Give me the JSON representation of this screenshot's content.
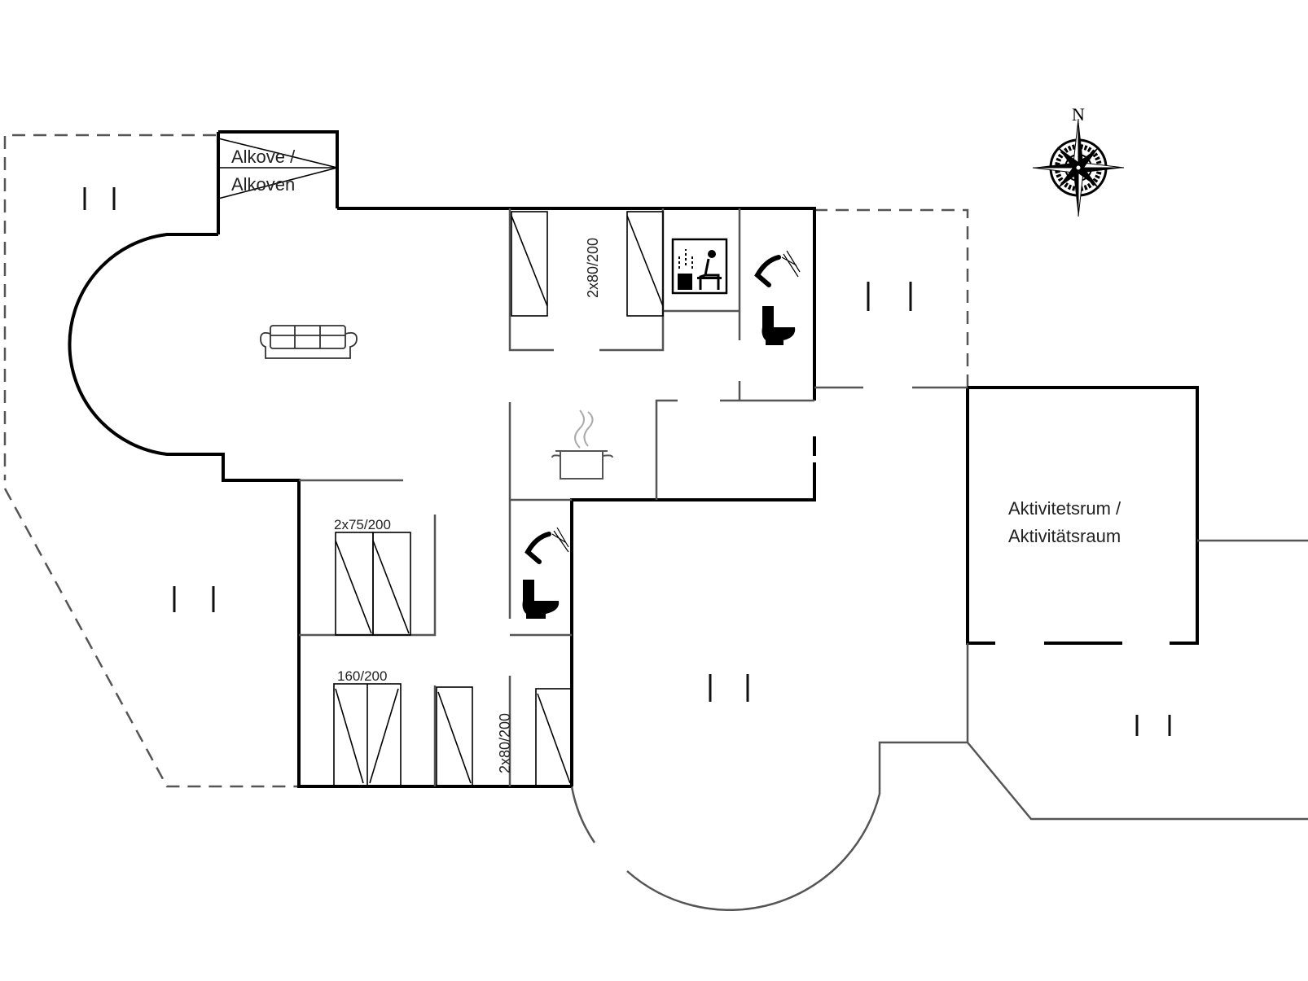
{
  "compass": {
    "north_label": "N"
  },
  "rooms": {
    "alcove_line1": "Alkove /",
    "alcove_line2": "Alkoven",
    "activity_line1": "Aktivitetsrum /",
    "activity_line2": "Aktivitätsraum"
  },
  "beds": {
    "bedroom_north": "2x80/200",
    "bedroom_middle": "2x75/200",
    "bedroom_south_double": "160/200",
    "bedroom_south_single": "2x80/200"
  },
  "icons": {
    "sofa": "sofa-icon",
    "sauna": "sauna-icon",
    "kitchen": "cooking-pot-icon",
    "shower": "shower-icon",
    "toilet": "toilet-icon",
    "terrace": "terrace-marker-icon",
    "compass": "compass-rose-icon"
  }
}
